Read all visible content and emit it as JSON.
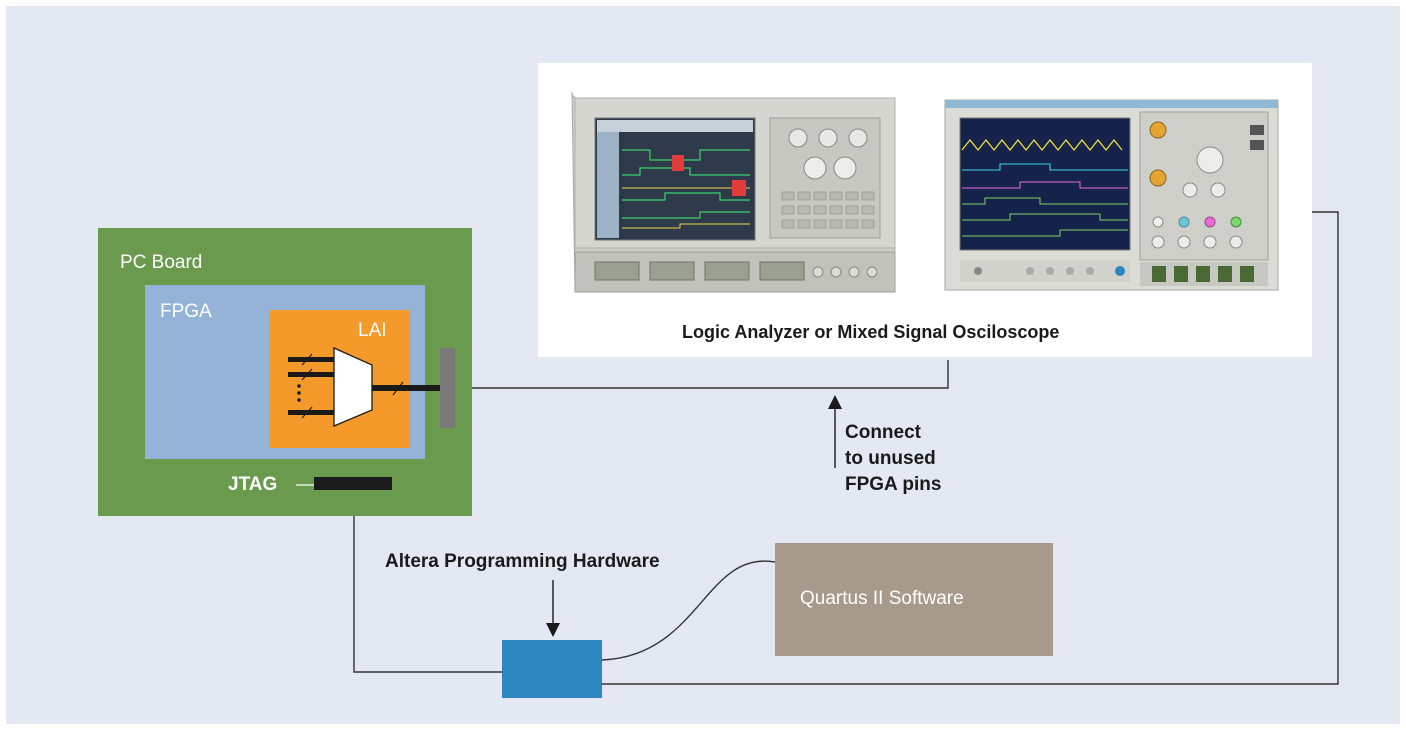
{
  "colors": {
    "background": "#e3e8f2",
    "pc_board": "#6a9a4e",
    "fpga": "#94b3d6",
    "lai": "#f49a2a",
    "connector": "#7a7a7a",
    "jtag": "#1a1a1a",
    "programmer": "#2e86c1",
    "software": "#a89a8b",
    "instrument_panel": "#ffffff",
    "wire": "#333333"
  },
  "labels": {
    "pc_board": "PC Board",
    "fpga": "FPGA",
    "lai": "LAI",
    "jtag": "JTAG",
    "instrument_caption": "Logic Analyzer or Mixed Signal Osciloscope",
    "connect_note": [
      "Connect",
      "to unused",
      "FPGA pins"
    ],
    "programming_hw": "Altera Programming Hardware",
    "software": "Quartus II Software"
  },
  "icons": {
    "logic_analyzer": "logic-analyzer-instrument-icon",
    "oscilloscope": "mixed-signal-oscilloscope-icon",
    "mux": "multiplexer-icon"
  }
}
